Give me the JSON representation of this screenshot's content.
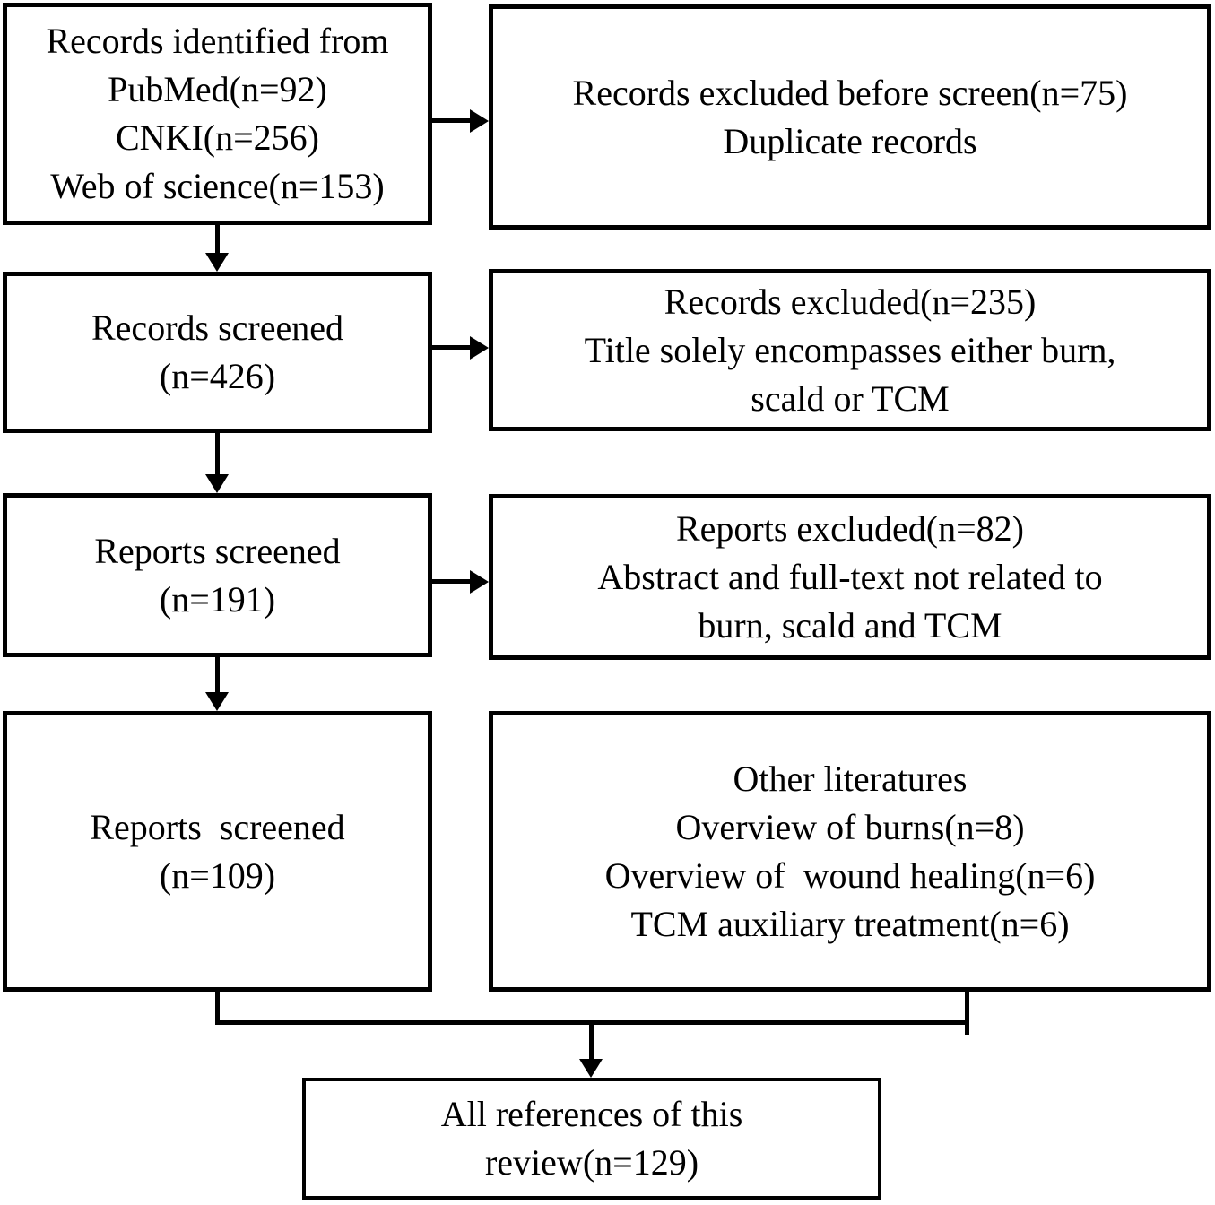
{
  "diagram": {
    "title_implicit": "Literature screening flow diagram",
    "colors": {
      "line": "#000000",
      "text": "#000000",
      "background": "#ffffff"
    },
    "boxes": {
      "identification": {
        "lines": [
          "Records identified from",
          "PubMed(n=92)",
          "CNKI(n=256)",
          "Web of science(n=153)"
        ]
      },
      "excluded_before_screen": {
        "lines": [
          "Records excluded before screen(n=75)",
          "Duplicate records"
        ]
      },
      "records_screened": {
        "lines": [
          "Records screened",
          "(n=426)"
        ]
      },
      "records_excluded": {
        "lines": [
          "Records excluded(n=235)",
          "Title solely encompasses either burn,",
          "scald or TCM"
        ]
      },
      "reports_screened_191": {
        "lines": [
          "Reports screened",
          "(n=191)"
        ]
      },
      "reports_excluded": {
        "lines": [
          "Reports excluded(n=82)",
          "Abstract and full-text not related to",
          "burn, scald and TCM"
        ]
      },
      "reports_screened_109": {
        "lines": [
          "Reports  screened",
          "(n=109)"
        ]
      },
      "other_literatures": {
        "lines": [
          "Other literatures",
          "Overview of burns(n=8)",
          "Overview of  wound healing(n=6)",
          "TCM auxiliary treatment(n=6)"
        ]
      },
      "all_references": {
        "lines": [
          "All references of this",
          "review(n=129)"
        ]
      }
    }
  }
}
